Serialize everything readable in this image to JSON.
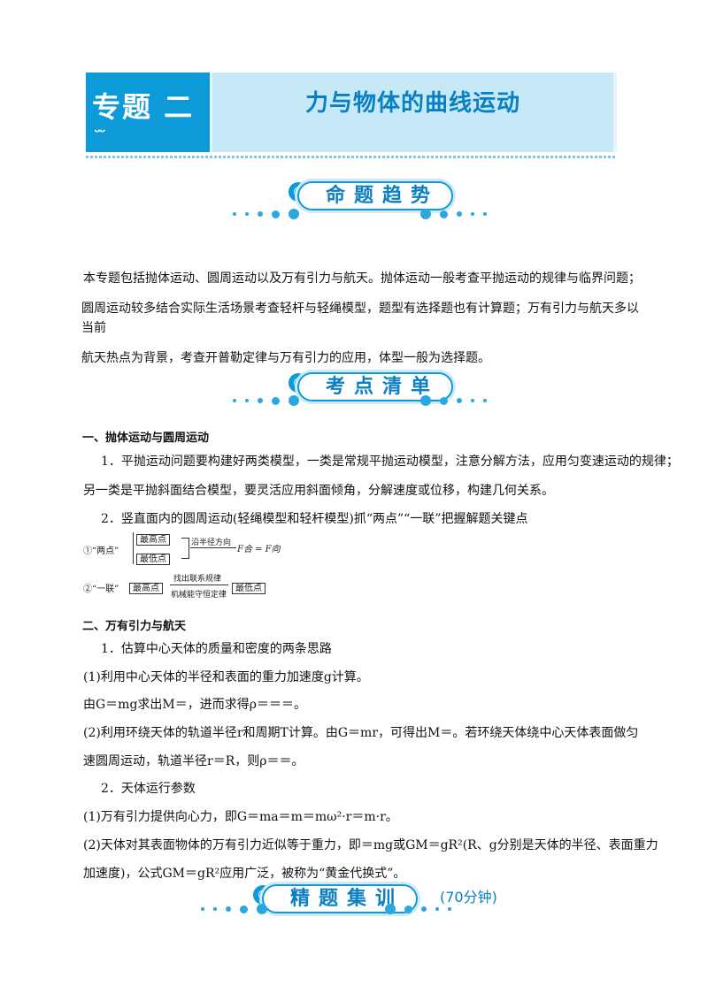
{
  "banner": {
    "tag": "专题 二",
    "waves": "ᵕᵕ",
    "title": "力与物体的曲线运动"
  },
  "sections": {
    "trend": "命题趋势",
    "checklist": "考点清单",
    "training": "精题集训",
    "training_time": "(70分钟)"
  },
  "intro": [
    "本专题包括抛体运动、圆周运动以及万有引力与航天。抛体运动一般考查平抛运动的规律与临界问题；",
    "圆周运动较多结合实际生活场景考查轻杆与轻绳模型，题型有选择题也有计算题；万有引力与航天多以当前",
    "航天热点为背景，考查开普勒定律与万有引力的应用，体型一般为选择题。"
  ],
  "part1": {
    "heading": "一、抛体运动与圆周运动",
    "item1_line1": "1．平抛运动问题要构建好两类模型，一类是常规平抛运动模型，注意分解方法，应用匀变速运动的规律；",
    "item1_line2": "另一类是平抛斜面结合模型，要灵活应用斜面倾角，分解速度或位移，构建几何关系。",
    "item2": "2．竖直面内的圆周运动(轻绳模型和轻杆模型)抓“两点”“一联”把握解题关键点",
    "diagram": {
      "row1_label": "①“两点”",
      "top_point": "最高点",
      "low_point": "最低点",
      "radius_dir": "沿半径方向",
      "formula": "F合 = F向",
      "row2_label": "②“一联”",
      "high_point": "最高点",
      "link_top": "找出联系规律",
      "link_bottom": "机械能守恒定律",
      "end_point": "最低点"
    }
  },
  "part2": {
    "heading": "二、万有引力与航天",
    "l1": "1．估算中心天体的质量和密度的两条思路",
    "l2": "(1)利用中心天体的半径和表面的重力加速度g计算。",
    "l3": "由G＝mg求出M＝，进而求得ρ＝＝＝。",
    "l4": "(2)利用环绕天体的轨道半径r和周期T计算。由G＝mr，可得出M＝。若环绕天体绕中心天体表面做匀",
    "l5": "速圆周运动，轨道半径r＝R，则ρ＝＝。",
    "l6": "2．天体运行参数",
    "l7": "(1)万有引力提供向心力，即G＝ma＝m＝mω²·r＝m·r。",
    "l8": "(2)天体对其表面物体的万有引力近似等于重力，即＝mg或GM＝gR²(R、g分别是天体的半径、表面重力",
    "l9": "加速度)，公式GM＝gR²应用广泛，被称为“黄金代换式”。"
  },
  "colors": {
    "accent": "#0c9ad9",
    "banner_light": "#c5e9f7",
    "title_blue": "#0a7fc2"
  }
}
